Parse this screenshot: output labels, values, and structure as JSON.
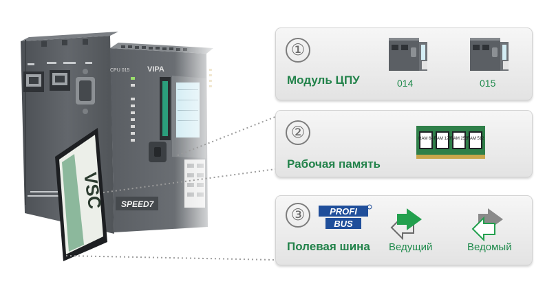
{
  "cpu_label": "CPU 015",
  "brand": "VIPA",
  "speed_logo": "SPEED7",
  "card_label": "VSC",
  "panels": [
    {
      "number": "①",
      "title": "Модуль ЦПУ",
      "options": [
        "014",
        "015"
      ]
    },
    {
      "number": "②",
      "title": "Рабочая память",
      "ram_chips": [
        "RAM 64",
        "RAM 128",
        "RAM 256",
        "RAM 512"
      ]
    },
    {
      "number": "③",
      "title": "Полевая шина",
      "logo_top": "PROFI",
      "logo_bottom": "BUS",
      "roles": [
        "Ведущий",
        "Ведомый"
      ]
    }
  ],
  "colors": {
    "accent_green": "#22824a",
    "panel_bg": "#ececec",
    "device_dark": "#5d6166"
  }
}
